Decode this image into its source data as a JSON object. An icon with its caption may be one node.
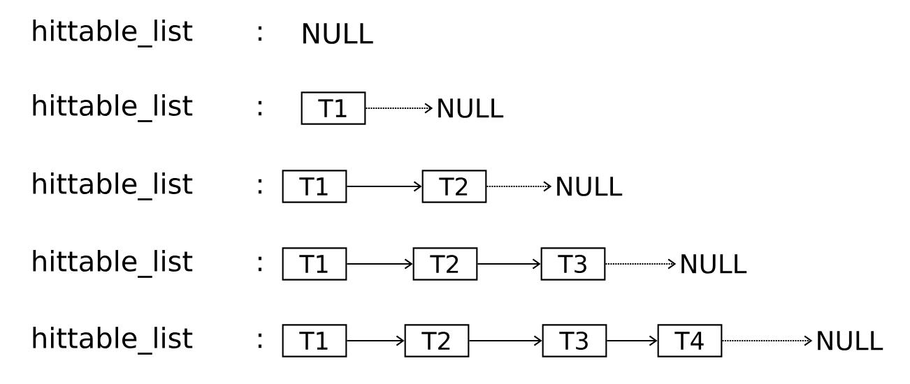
{
  "diagram": {
    "nodes": [
      {
        "text": [
          "T1"
        ]
      },
      {
        "text": [
          "NULL"
        ]
      },
      {
        "text": [
          "T1"
        ]
      },
      {
        "text": [
          "T2"
        ]
      },
      {
        "text": [
          "NULL"
        ]
      },
      {
        "text": [
          "T1"
        ]
      },
      {
        "text": [
          "T2"
        ]
      },
      {
        "text": [
          "T3"
        ]
      },
      {
        "text": [
          "NULL"
        ]
      },
      {
        "text": [
          "T1"
        ]
      },
      {
        "text": [
          "T2"
        ]
      },
      {
        "text": [
          "T3"
        ]
      },
      {
        "text": [
          "T4"
        ]
      },
      {
        "text": [
          "NULL"
        ]
      }
    ],
    "edges": [
      {
        "from": 0,
        "to": 1,
        "arrow": "to",
        "style": "dashed"
      },
      {
        "from": 2,
        "to": 3,
        "arrow": "to"
      },
      {
        "from": 3,
        "to": 4,
        "arrow": "to",
        "style": "dashed"
      },
      {
        "from": 5,
        "to": 6,
        "arrow": "to"
      },
      {
        "from": 6,
        "to": 7,
        "arrow": "to"
      },
      {
        "from": 7,
        "to": 8,
        "arrow": "to",
        "style": "dashed"
      },
      {
        "from": 9,
        "to": 10,
        "arrow": "to"
      },
      {
        "from": 10,
        "to": 11,
        "arrow": "to"
      },
      {
        "from": 11,
        "to": 12,
        "arrow": "to"
      },
      {
        "from": 12,
        "to": 13,
        "arrow": "to",
        "style": "dashed"
      }
    ],
    "labels": [
      "hittable_list",
      ":",
      "NULL",
      "hittable_list",
      ":",
      "hittable_list",
      ":",
      "hittable_list",
      ":",
      "hittable_list",
      ":"
    ]
  }
}
